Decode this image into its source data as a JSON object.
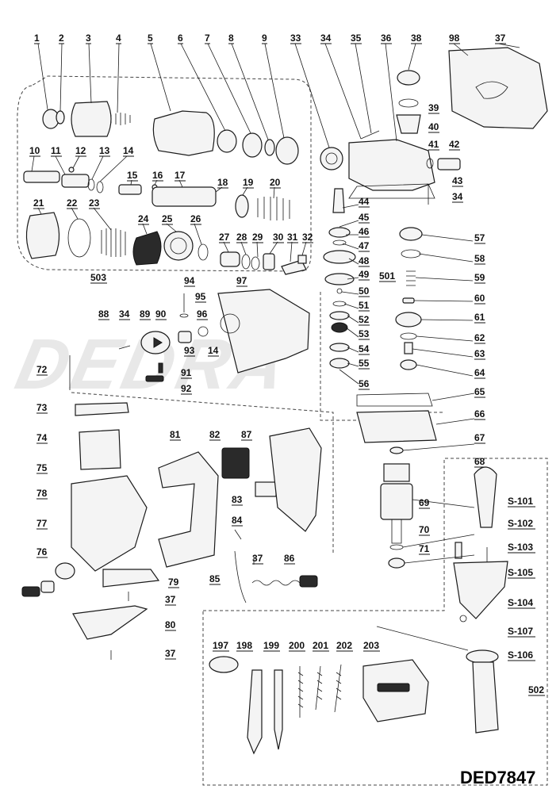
{
  "model_code": "DED7847",
  "watermark": "DEDRA",
  "labels": {
    "1": "1",
    "2": "2",
    "3": "3",
    "4": "4",
    "5": "5",
    "6": "6",
    "7": "7",
    "8": "8",
    "9": "9",
    "10": "10",
    "11": "11",
    "12": "12",
    "13": "13",
    "14": "14",
    "15": "15",
    "16": "16",
    "17": "17",
    "18": "18",
    "19": "19",
    "20": "20",
    "21": "21",
    "22": "22",
    "23": "23",
    "24": "24",
    "25": "25",
    "26": "26",
    "27": "27",
    "28": "28",
    "29": "29",
    "30": "30",
    "31": "31",
    "32": "32",
    "33": "33",
    "34": "34",
    "35": "35",
    "36": "36",
    "37": "37",
    "38": "38",
    "39": "39",
    "40": "40",
    "41": "41",
    "42": "42",
    "43": "43",
    "44": "44",
    "45": "45",
    "46": "46",
    "47": "47",
    "48": "48",
    "49": "49",
    "50": "50",
    "51": "51",
    "52": "52",
    "53": "53",
    "54": "54",
    "55": "55",
    "56": "56",
    "57": "57",
    "58": "58",
    "59": "59",
    "60": "60",
    "61": "61",
    "62": "62",
    "63": "63",
    "64": "64",
    "65": "65",
    "66": "66",
    "67": "67",
    "68": "68",
    "69": "69",
    "70": "70",
    "71": "71",
    "72": "72",
    "73": "73",
    "74": "74",
    "75": "75",
    "76": "76",
    "77": "77",
    "78": "78",
    "79": "79",
    "80": "80",
    "81": "81",
    "82": "82",
    "83": "83",
    "84": "84",
    "85": "85",
    "86": "86",
    "87": "87",
    "88": "88",
    "89": "89",
    "90": "90",
    "91": "91",
    "92": "92",
    "93": "93",
    "94": "94",
    "95": "95",
    "96": "96",
    "97": "97",
    "98": "98",
    "197": "197",
    "198": "198",
    "199": "199",
    "200": "200",
    "201": "201",
    "202": "202",
    "203": "203",
    "501": "501",
    "502": "502",
    "503": "503",
    "S101": "S-101",
    "S102": "S-102",
    "S103": "S-103",
    "S104": "S-104",
    "S105": "S-105",
    "S106": "S-106",
    "S107": "S-107"
  }
}
